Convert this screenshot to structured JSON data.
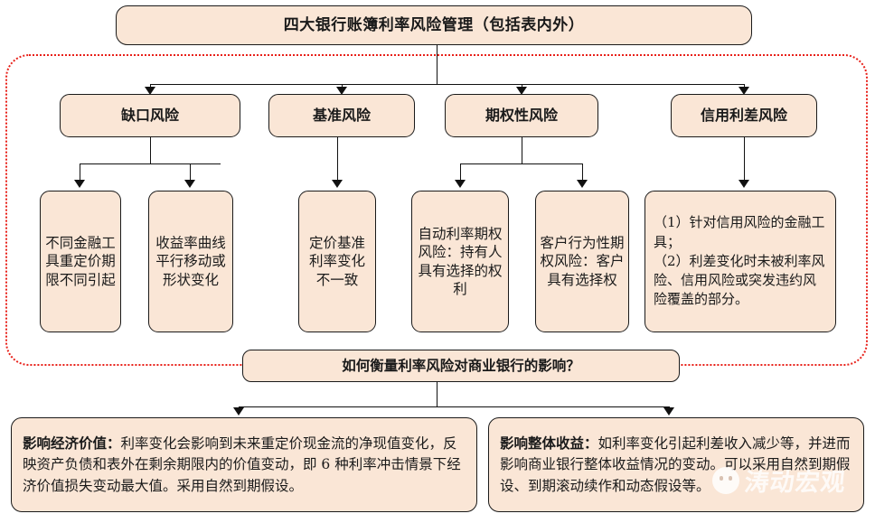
{
  "diagram": {
    "title": "四大银行账簿利率风险管理（包括表内外）",
    "categories": [
      {
        "label": "缺口风险"
      },
      {
        "label": "基准风险"
      },
      {
        "label": "期权性风险"
      },
      {
        "label": "信用利差风险"
      }
    ],
    "details": [
      {
        "text": "不同金融工具重定价期限不同引起"
      },
      {
        "text": "收益率曲线平行移动或形状变化"
      },
      {
        "text": "定价基准利率变化不一致"
      },
      {
        "text": "自动利率期权风险：持有人具有选择的权利"
      },
      {
        "text": "客户行为性期权风险：客户具有选择权"
      },
      {
        "line1": "（1）针对信用风险的金融工具；",
        "line2": "（2）利差变化时未被利率风险、信用风险或突发违约风险覆盖的部分。"
      }
    ],
    "question": "如何衡量利率风险对商业银行的影响？",
    "outcomes": [
      {
        "lead": "影响经济价值：",
        "body": "利率变化会影响到未来重定价现金流的净现值变化，反映资产负债和表外在剩余期限内的价值变动，即 6 种利率冲击情景下经济价值损失变动最大值。采用自然到期假设。"
      },
      {
        "lead": "影响整体收益：",
        "body": "如利率变化引起利差收入减少等，并进而影响商业银行整体收益情况的变动。可以采用自然到期假设、到期滚动续作和动态假设等。"
      }
    ],
    "watermark": {
      "text": "涛动宏观"
    },
    "colors": {
      "box_fill": "#fae6d6",
      "box_border": "#1a1a1a",
      "dotted_border": "#e8211a",
      "connector": "#111111"
    }
  }
}
